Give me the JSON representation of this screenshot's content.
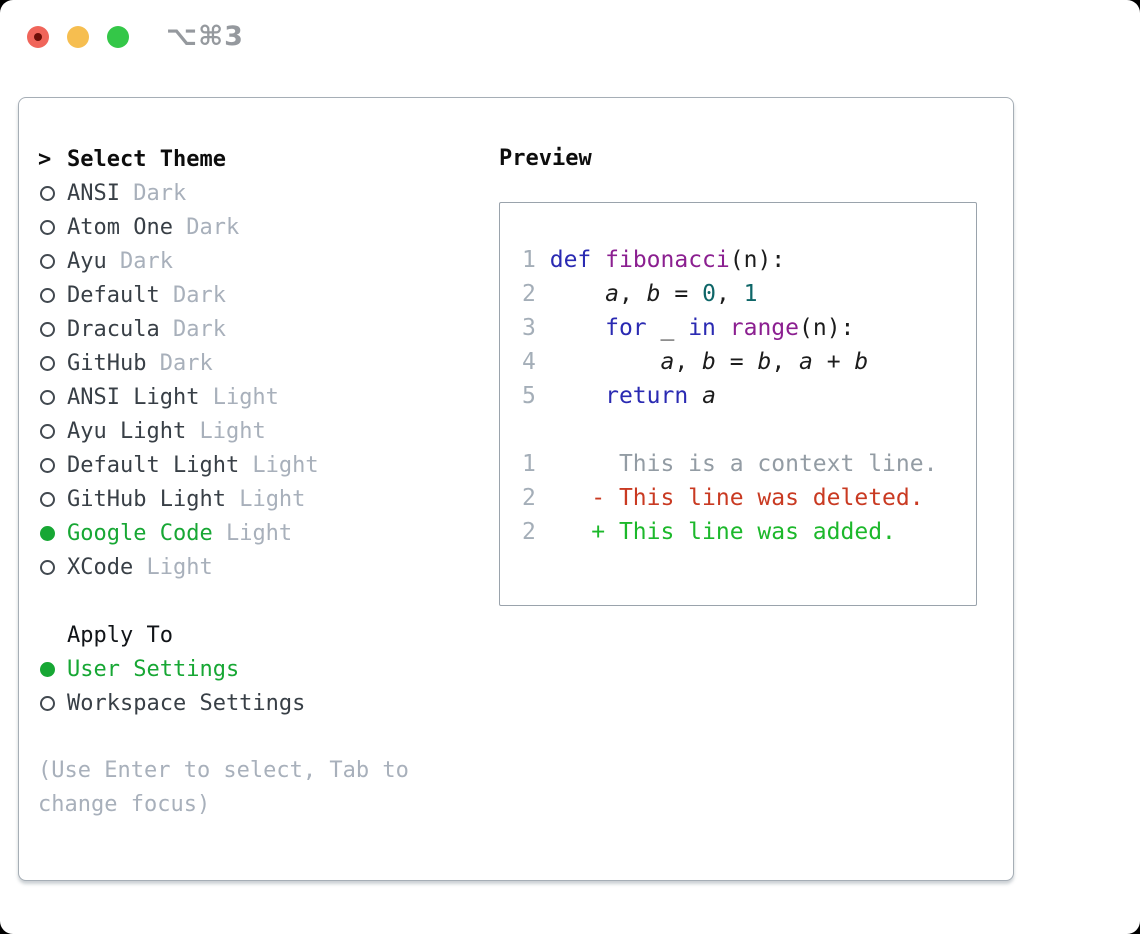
{
  "colors": {
    "accent_green": "#17a734",
    "traffic_red": "#f0655a",
    "traffic_red_dot": "#6d0f08",
    "traffic_yellow": "#f6be50",
    "traffic_green": "#34c748",
    "text_strong": "#0d0d0d",
    "text_item": "#383f46",
    "text_muted": "#a8b0bb",
    "border_outer": "#a6aeb6",
    "border_inner": "#9aa3ac",
    "code_plain": "#1c1c1c",
    "code_keyword": "#2a2ab2",
    "code_function": "#8b1f90",
    "code_literal": "#0e6668",
    "code_number": "#a4aeb8",
    "diff_context": "#939ca4",
    "diff_deleted": "#c93a22",
    "diff_added": "#1cb82b"
  },
  "window": {
    "shortcut_label": "⌥⌘3"
  },
  "theme_panel": {
    "header": {
      "marker": ">",
      "label": "Select Theme"
    },
    "items": [
      {
        "name": "ANSI",
        "variant": "Dark",
        "selected": false
      },
      {
        "name": "Atom One",
        "variant": "Dark",
        "selected": false
      },
      {
        "name": "Ayu",
        "variant": "Dark",
        "selected": false
      },
      {
        "name": "Default",
        "variant": "Dark",
        "selected": false
      },
      {
        "name": "Dracula",
        "variant": "Dark",
        "selected": false
      },
      {
        "name": "GitHub",
        "variant": "Dark",
        "selected": false
      },
      {
        "name": "ANSI Light",
        "variant": "Light",
        "selected": false
      },
      {
        "name": "Ayu Light",
        "variant": "Light",
        "selected": false
      },
      {
        "name": "Default Light",
        "variant": "Light",
        "selected": false
      },
      {
        "name": "GitHub Light",
        "variant": "Light",
        "selected": false
      },
      {
        "name": "Google Code",
        "variant": "Light",
        "selected": true
      },
      {
        "name": "XCode",
        "variant": "Light",
        "selected": false
      }
    ],
    "apply_to": {
      "label": "Apply To",
      "options": [
        {
          "label": "User Settings",
          "selected": true
        },
        {
          "label": "Workspace Settings",
          "selected": false
        }
      ]
    },
    "help_text": "(Use Enter to select, Tab to change focus)"
  },
  "preview": {
    "title": "Preview",
    "code_lines": [
      {
        "num": "1",
        "segments": [
          {
            "t": " ",
            "c": "plain"
          },
          {
            "t": "def",
            "c": "kw"
          },
          {
            "t": " ",
            "c": "plain"
          },
          {
            "t": "fibonacci",
            "c": "fn"
          },
          {
            "t": "(n):",
            "c": "plain"
          }
        ]
      },
      {
        "num": "2",
        "segments": [
          {
            "t": "     ",
            "c": "plain"
          },
          {
            "t": "a",
            "c": "var"
          },
          {
            "t": ", ",
            "c": "plain"
          },
          {
            "t": "b",
            "c": "var"
          },
          {
            "t": " = ",
            "c": "plain"
          },
          {
            "t": "0",
            "c": "lit"
          },
          {
            "t": ", ",
            "c": "plain"
          },
          {
            "t": "1",
            "c": "lit"
          }
        ]
      },
      {
        "num": "3",
        "segments": [
          {
            "t": "     ",
            "c": "plain"
          },
          {
            "t": "for",
            "c": "kw"
          },
          {
            "t": " _ ",
            "c": "plain"
          },
          {
            "t": "in",
            "c": "kw"
          },
          {
            "t": " ",
            "c": "plain"
          },
          {
            "t": "range",
            "c": "fn"
          },
          {
            "t": "(n):",
            "c": "plain"
          }
        ]
      },
      {
        "num": "4",
        "segments": [
          {
            "t": "         ",
            "c": "plain"
          },
          {
            "t": "a",
            "c": "var"
          },
          {
            "t": ", ",
            "c": "plain"
          },
          {
            "t": "b",
            "c": "var"
          },
          {
            "t": " = ",
            "c": "plain"
          },
          {
            "t": "b",
            "c": "var"
          },
          {
            "t": ", ",
            "c": "plain"
          },
          {
            "t": "a",
            "c": "var"
          },
          {
            "t": " + ",
            "c": "plain"
          },
          {
            "t": "b",
            "c": "var"
          }
        ]
      },
      {
        "num": "5",
        "segments": [
          {
            "t": "     ",
            "c": "plain"
          },
          {
            "t": "return",
            "c": "kw"
          },
          {
            "t": " ",
            "c": "plain"
          },
          {
            "t": "a",
            "c": "var"
          }
        ]
      },
      {
        "num": "",
        "segments": []
      },
      {
        "num": "1",
        "segments": [
          {
            "t": "      This is a context line.",
            "c": "ctx"
          }
        ]
      },
      {
        "num": "2",
        "segments": [
          {
            "t": "    ",
            "c": "plain"
          },
          {
            "t": "- This line was deleted.",
            "c": "del"
          }
        ]
      },
      {
        "num": "2",
        "segments": [
          {
            "t": "    ",
            "c": "plain"
          },
          {
            "t": "+ This line was added.",
            "c": "add"
          }
        ]
      }
    ]
  }
}
